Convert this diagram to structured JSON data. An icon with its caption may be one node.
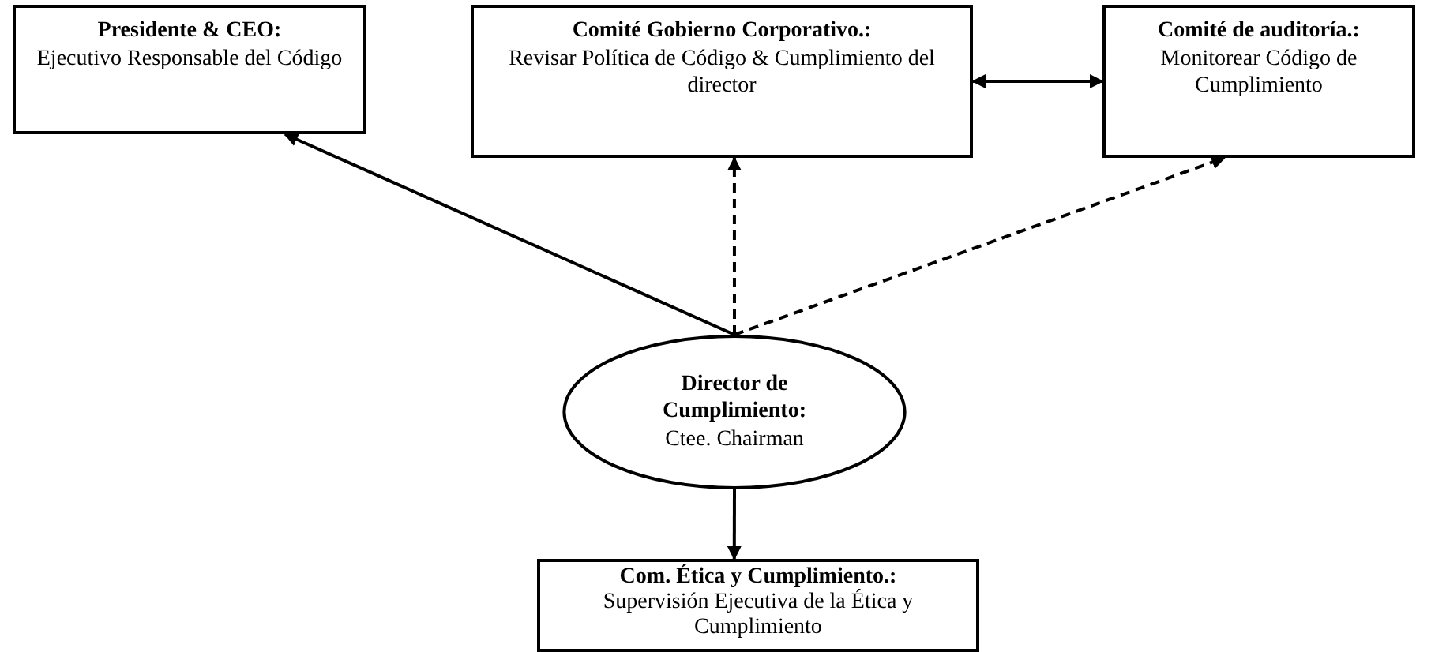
{
  "diagram": {
    "nodes": [
      {
        "text": [
          "Presidente & CEO:",
          "Ejecutivo Responsable del Código"
        ]
      },
      {
        "text": [
          "Comité Gobierno Corporativo.:",
          "Revisar Política de Código & Cumplimiento del director"
        ]
      },
      {
        "text": [
          "Comité de auditoría.:",
          "Monitorear Código de Cumplimiento"
        ]
      },
      {
        "text": [
          "Director de Cumplimiento:",
          "Ctee. Chairman"
        ]
      },
      {
        "text": [
          "Com. Ética y Cumplimiento.:",
          "Supervisión Ejecutiva de la Ética y Cumplimiento"
        ]
      }
    ],
    "edges": [
      {
        "from": 3,
        "to": 0,
        "arrow": "to"
      },
      {
        "from": 3,
        "to": 1,
        "arrow": "to",
        "style": "dashed"
      },
      {
        "from": 3,
        "to": 2,
        "arrow": "to",
        "style": "dashed"
      },
      {
        "from": 1,
        "to": 2,
        "arrow": "both"
      },
      {
        "from": 3,
        "to": 4,
        "arrow": "to"
      }
    ]
  }
}
